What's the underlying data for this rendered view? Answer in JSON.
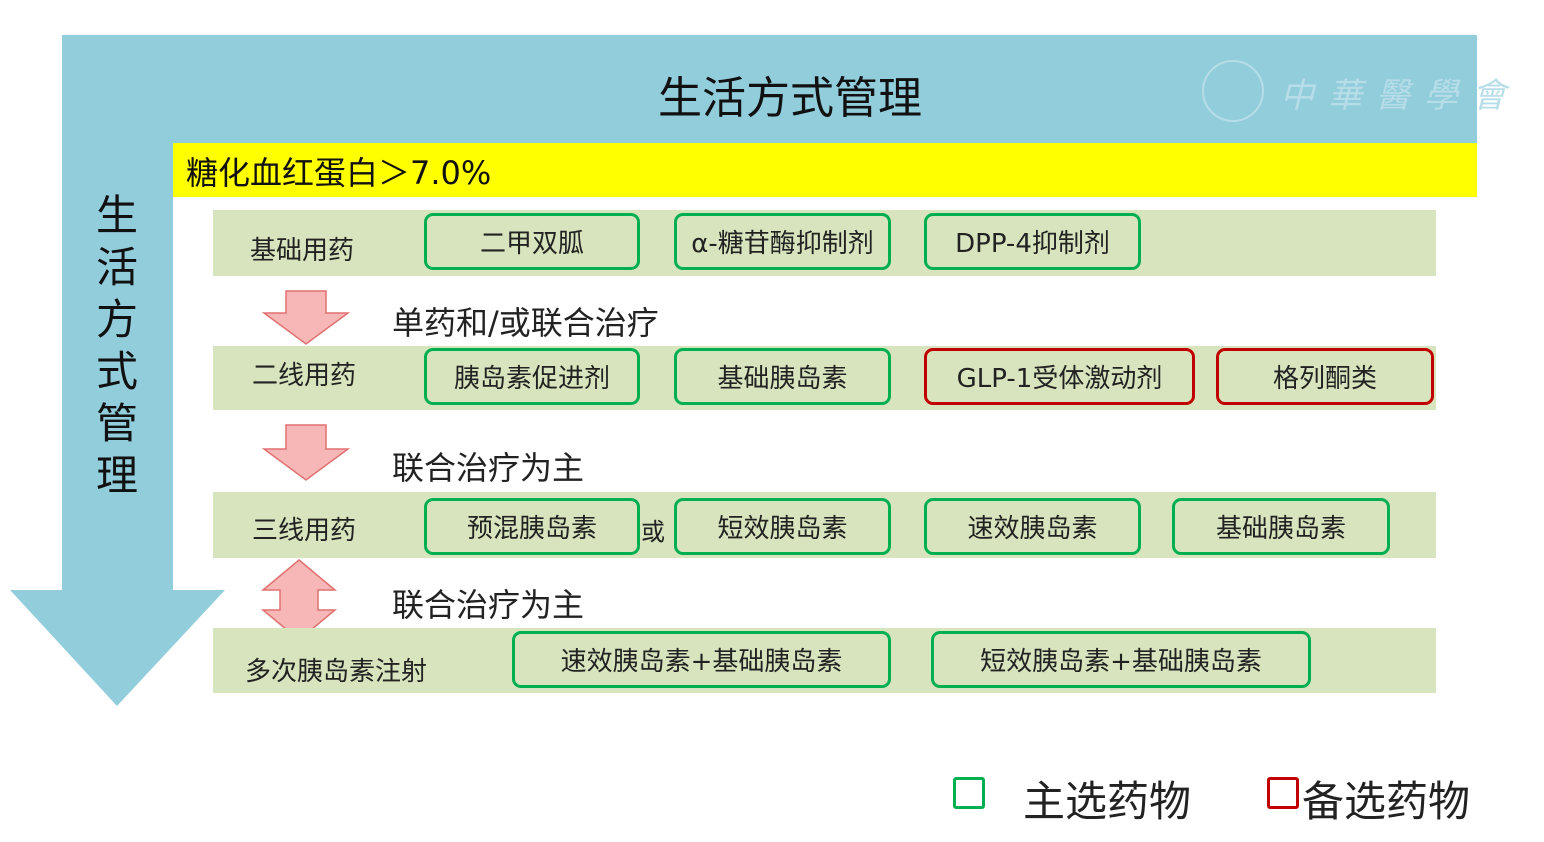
{
  "header": {
    "title": "生活方式管理",
    "side_title": "生活方式管理",
    "watermark": "中華醫學會"
  },
  "threshold": "糖化血红蛋白＞7.0%",
  "rows": [
    {
      "label": "基础用药",
      "drugs": [
        {
          "name": "二甲双胍",
          "type": "primary"
        },
        {
          "name": "α-糖苷酶抑制剂",
          "type": "primary"
        },
        {
          "name": "DPP-4抑制剂",
          "type": "primary"
        }
      ]
    },
    {
      "label": "二线用药",
      "drugs": [
        {
          "name": "胰岛素促进剂",
          "type": "primary"
        },
        {
          "name": "基础胰岛素",
          "type": "primary"
        },
        {
          "name": "GLP-1受体激动剂",
          "type": "alternative"
        },
        {
          "name": "格列酮类",
          "type": "alternative"
        }
      ]
    },
    {
      "label": "三线用药",
      "drugs": [
        {
          "name": "预混胰岛素",
          "type": "primary"
        },
        {
          "name": "短效胰岛素",
          "type": "primary"
        },
        {
          "name": "速效胰岛素",
          "type": "primary"
        },
        {
          "name": "基础胰岛素",
          "type": "primary"
        }
      ]
    },
    {
      "label": "多次胰岛素注射",
      "drugs": [
        {
          "name": "速效胰岛素+基础胰岛素",
          "type": "primary"
        },
        {
          "name": "短效胰岛素+基础胰岛素",
          "type": "primary"
        }
      ]
    }
  ],
  "or_label": "或",
  "transitions": [
    "单药和/或联合治疗",
    "联合治疗为主",
    "联合治疗为主"
  ],
  "legend": {
    "primary": "主选药物",
    "alternative": "备选药物"
  },
  "colors": {
    "band": "#92cddc",
    "threshold": "#ffff00",
    "row": "#d7e4bd",
    "primary": "#00b050",
    "alternative": "#c00000",
    "arrow": "#f4a6a6"
  }
}
